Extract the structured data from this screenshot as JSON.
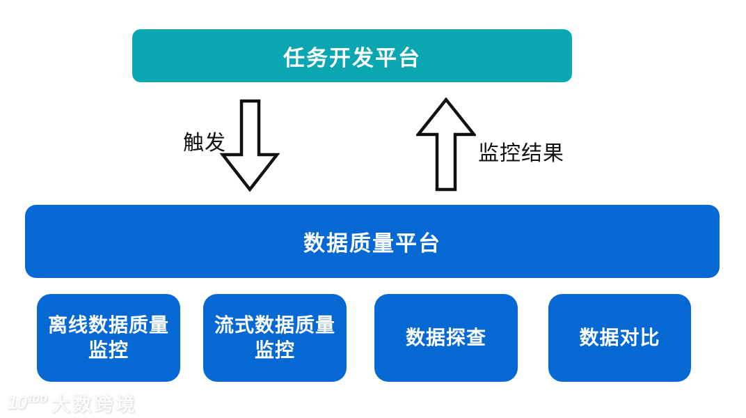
{
  "diagram": {
    "top_box": {
      "label": "任务开发平台",
      "color": "#0aa6b2",
      "text_color": "#ffffff"
    },
    "flow": {
      "down_arrow_label": "触发",
      "up_arrow_label": "监控结果",
      "arrow_style": "outline-black-on-white"
    },
    "platform_box": {
      "label": "数据质量平台",
      "color": "#0668d2",
      "text_color": "#ffffff"
    },
    "modules": [
      {
        "label": "离线数据质量监控"
      },
      {
        "label": "流式数据质量监控"
      },
      {
        "label": "数据探查"
      },
      {
        "label": "数据对比"
      }
    ],
    "watermark": {
      "logo": "10¹⁰⁰",
      "brand": "大数跨境"
    }
  }
}
